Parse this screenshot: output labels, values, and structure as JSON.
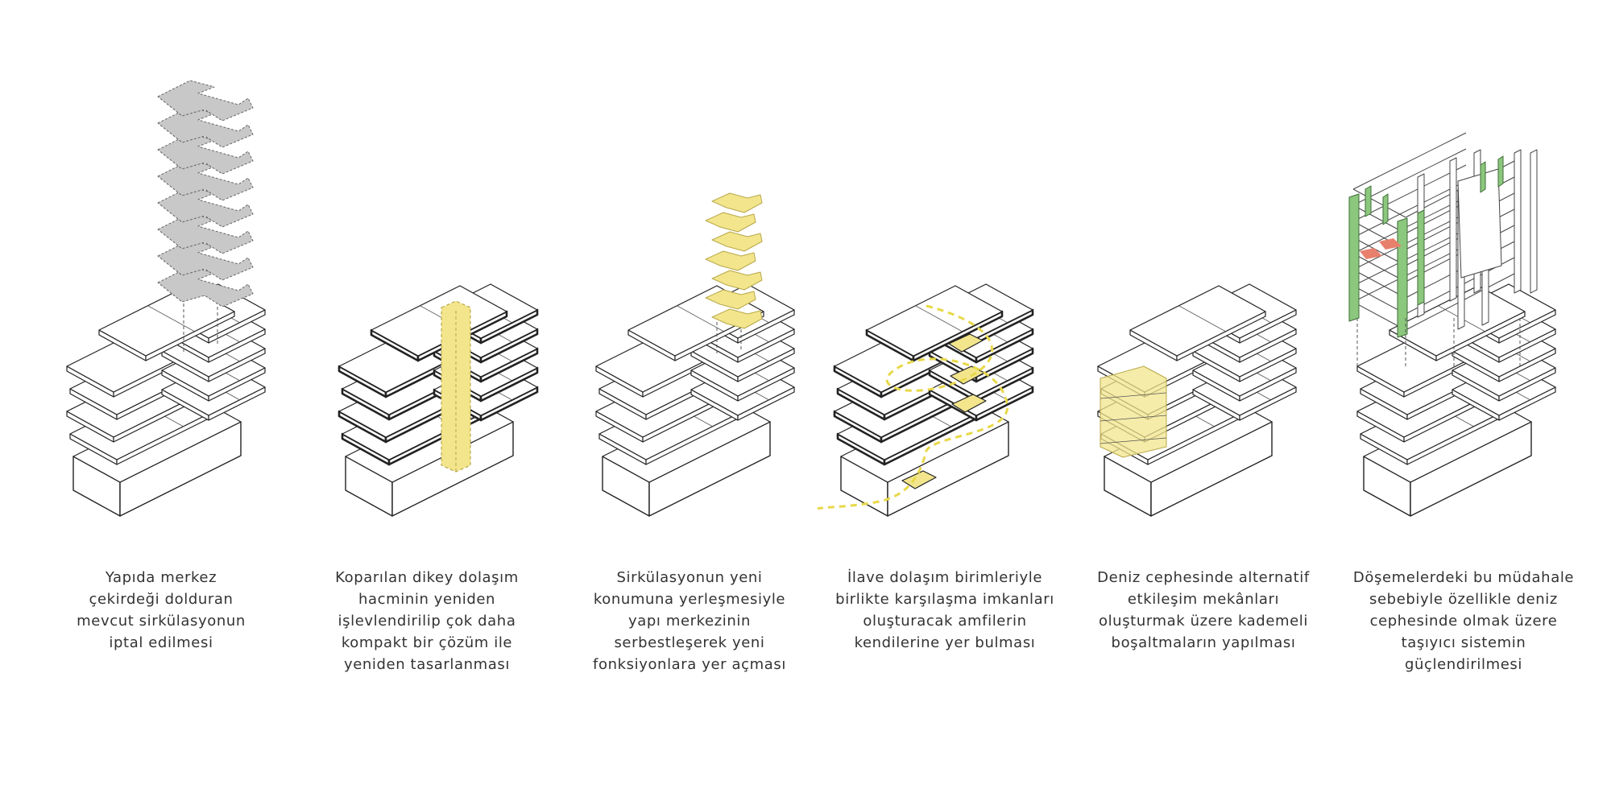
{
  "colors": {
    "line": "#222222",
    "yellow": "#f2e58c",
    "gray": "#c8c8c8",
    "green": "#8cc77e",
    "red": "#e8806e"
  },
  "panels": [
    {
      "id": "cancel-circulation",
      "lines": [
        "Yapıda merkez",
        "çekirdeği dolduran",
        "mevcut sirkülasyonun",
        "iptal edilmesi"
      ]
    },
    {
      "id": "redesign-core",
      "lines": [
        "Koparılan dikey dolaşım",
        "hacminin yeniden",
        "işlevlendirilip çok daha",
        "kompakt bir çözüm ile",
        "yeniden tasarlanması"
      ]
    },
    {
      "id": "new-position",
      "lines": [
        "Sirkülasyonun yeni",
        "konumuna yerleşmesiyle",
        "yapı merkezinin",
        "serbestleşerek yeni",
        "fonksiyonlara yer açması"
      ]
    },
    {
      "id": "amphitheatres",
      "lines": [
        "İlave dolaşım birimleriyle",
        "birlikte karşılaşma imkanları",
        "oluşturacak amfilerin",
        "kendilerine yer bulması"
      ]
    },
    {
      "id": "stepped-voids",
      "lines": [
        "Deniz cephesinde alternatif",
        "etkileşim mekânları",
        "oluşturmak üzere kademeli",
        "boşaltmaların yapılması"
      ]
    },
    {
      "id": "structure-reinforcement",
      "lines": [
        "Döşemelerdeki bu müdahale",
        "sebebiyle özellikle deniz",
        "cephesinde olmak üzere",
        "taşıyıcı sistemin",
        "güçlendirilmesi"
      ]
    }
  ]
}
